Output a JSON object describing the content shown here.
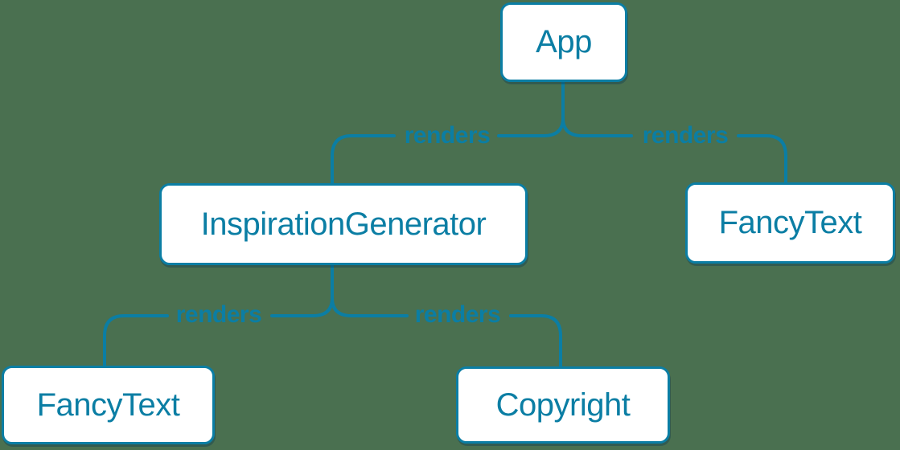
{
  "canvas": {
    "colors": {
      "background": "#4a7050",
      "accent": "#0b7ea4",
      "node_fill": "#ffffff",
      "node_text": "#0b7ea4"
    }
  },
  "diagram": {
    "type": "component-render-tree",
    "nodes": [
      {
        "id": "app",
        "label": "App"
      },
      {
        "id": "inspiration-generator",
        "label": "InspirationGenerator"
      },
      {
        "id": "fancy-text-top-right",
        "label": "FancyText"
      },
      {
        "id": "fancy-text-bottom-left",
        "label": "FancyText"
      },
      {
        "id": "copyright",
        "label": "Copyright"
      }
    ],
    "edges": [
      {
        "from": "App",
        "to": "InspirationGenerator",
        "label": "renders"
      },
      {
        "from": "App",
        "to": "FancyText",
        "label": "renders"
      },
      {
        "from": "InspirationGenerator",
        "to": "FancyText",
        "label": "renders"
      },
      {
        "from": "InspirationGenerator",
        "to": "Copyright",
        "label": "renders"
      }
    ]
  }
}
